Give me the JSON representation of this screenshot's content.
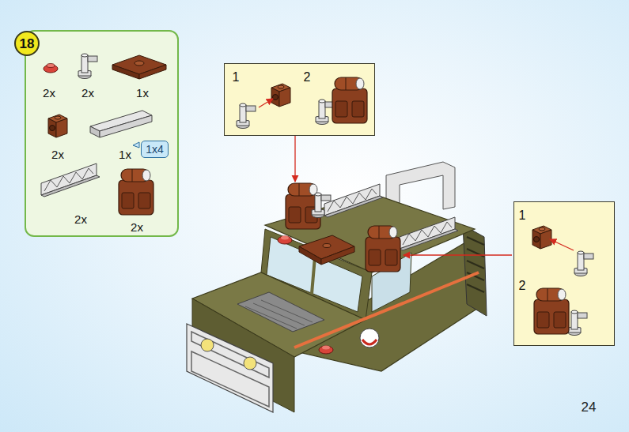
{
  "diagram": {
    "nodes": [
      {
        "text": [
          "2x",
          "2x",
          "1x",
          "2x",
          "1x",
          "2x",
          "2x"
        ]
      },
      {
        "text": [
          "1x4"
        ],
        "in": 0
      },
      {
        "text": [
          "18"
        ]
      },
      {
        "text": [
          "1",
          "2"
        ]
      },
      {
        "text": [
          "1",
          "2"
        ]
      }
    ],
    "labels": [
      "24"
    ]
  }
}
